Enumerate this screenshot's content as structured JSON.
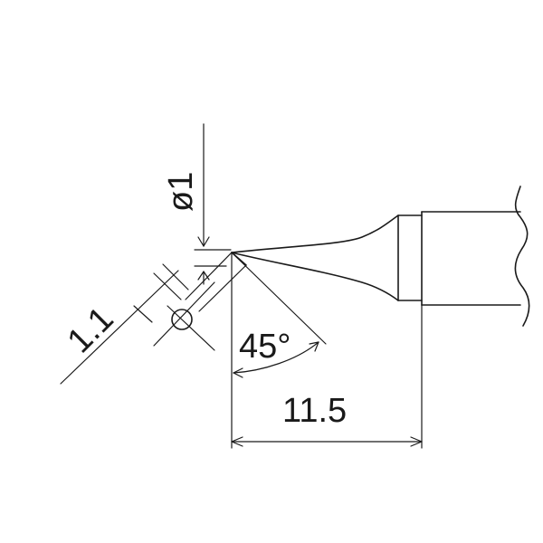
{
  "dimensions": {
    "diameter": "ø1",
    "bevel_width": "1.1",
    "angle": "45°",
    "length": "11.5"
  },
  "colors": {
    "ink": "#1a1a1a",
    "background": "#ffffff"
  }
}
